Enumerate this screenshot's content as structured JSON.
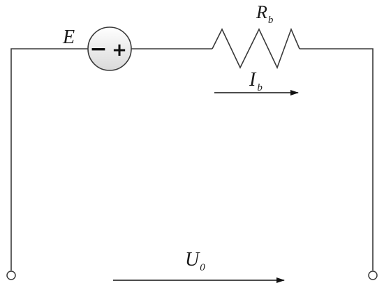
{
  "labels": {
    "source": "E",
    "resistor": "R",
    "resistor_sub": "b",
    "current": "I",
    "current_sub": "b",
    "voltage": "U",
    "voltage_sub": "0"
  },
  "source_signs": {
    "negative": "−",
    "positive": "+"
  }
}
